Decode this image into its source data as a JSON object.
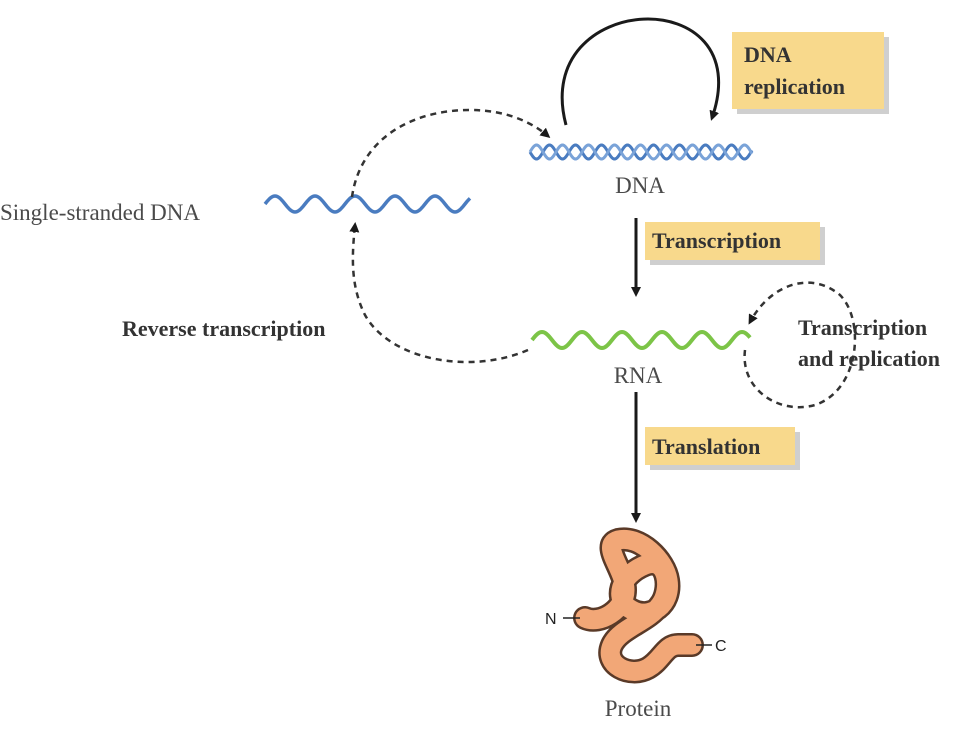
{
  "labels": {
    "dna": "DNA",
    "rna": "RNA",
    "protein": "Protein",
    "single_stranded_dna": "Single-stranded DNA",
    "reverse_transcription": "Reverse transcription",
    "transcription_and_replication_line1": "Transcription",
    "transcription_and_replication_line2": "and replication",
    "n_terminus": "N",
    "c_terminus": "C"
  },
  "processes": {
    "dna_replication_line1": "DNA",
    "dna_replication_line2": "replication",
    "transcription": "Transcription",
    "translation": "Translation"
  },
  "colors": {
    "dna_strand": "#4a7cc0",
    "rna_strand": "#7cc447",
    "protein_fill": "#f2a777",
    "protein_outline": "#5a3a28",
    "process_box": "#f8d98c",
    "process_box_shadow": "#cfcfcf",
    "arrow": "#1a1a1a"
  }
}
